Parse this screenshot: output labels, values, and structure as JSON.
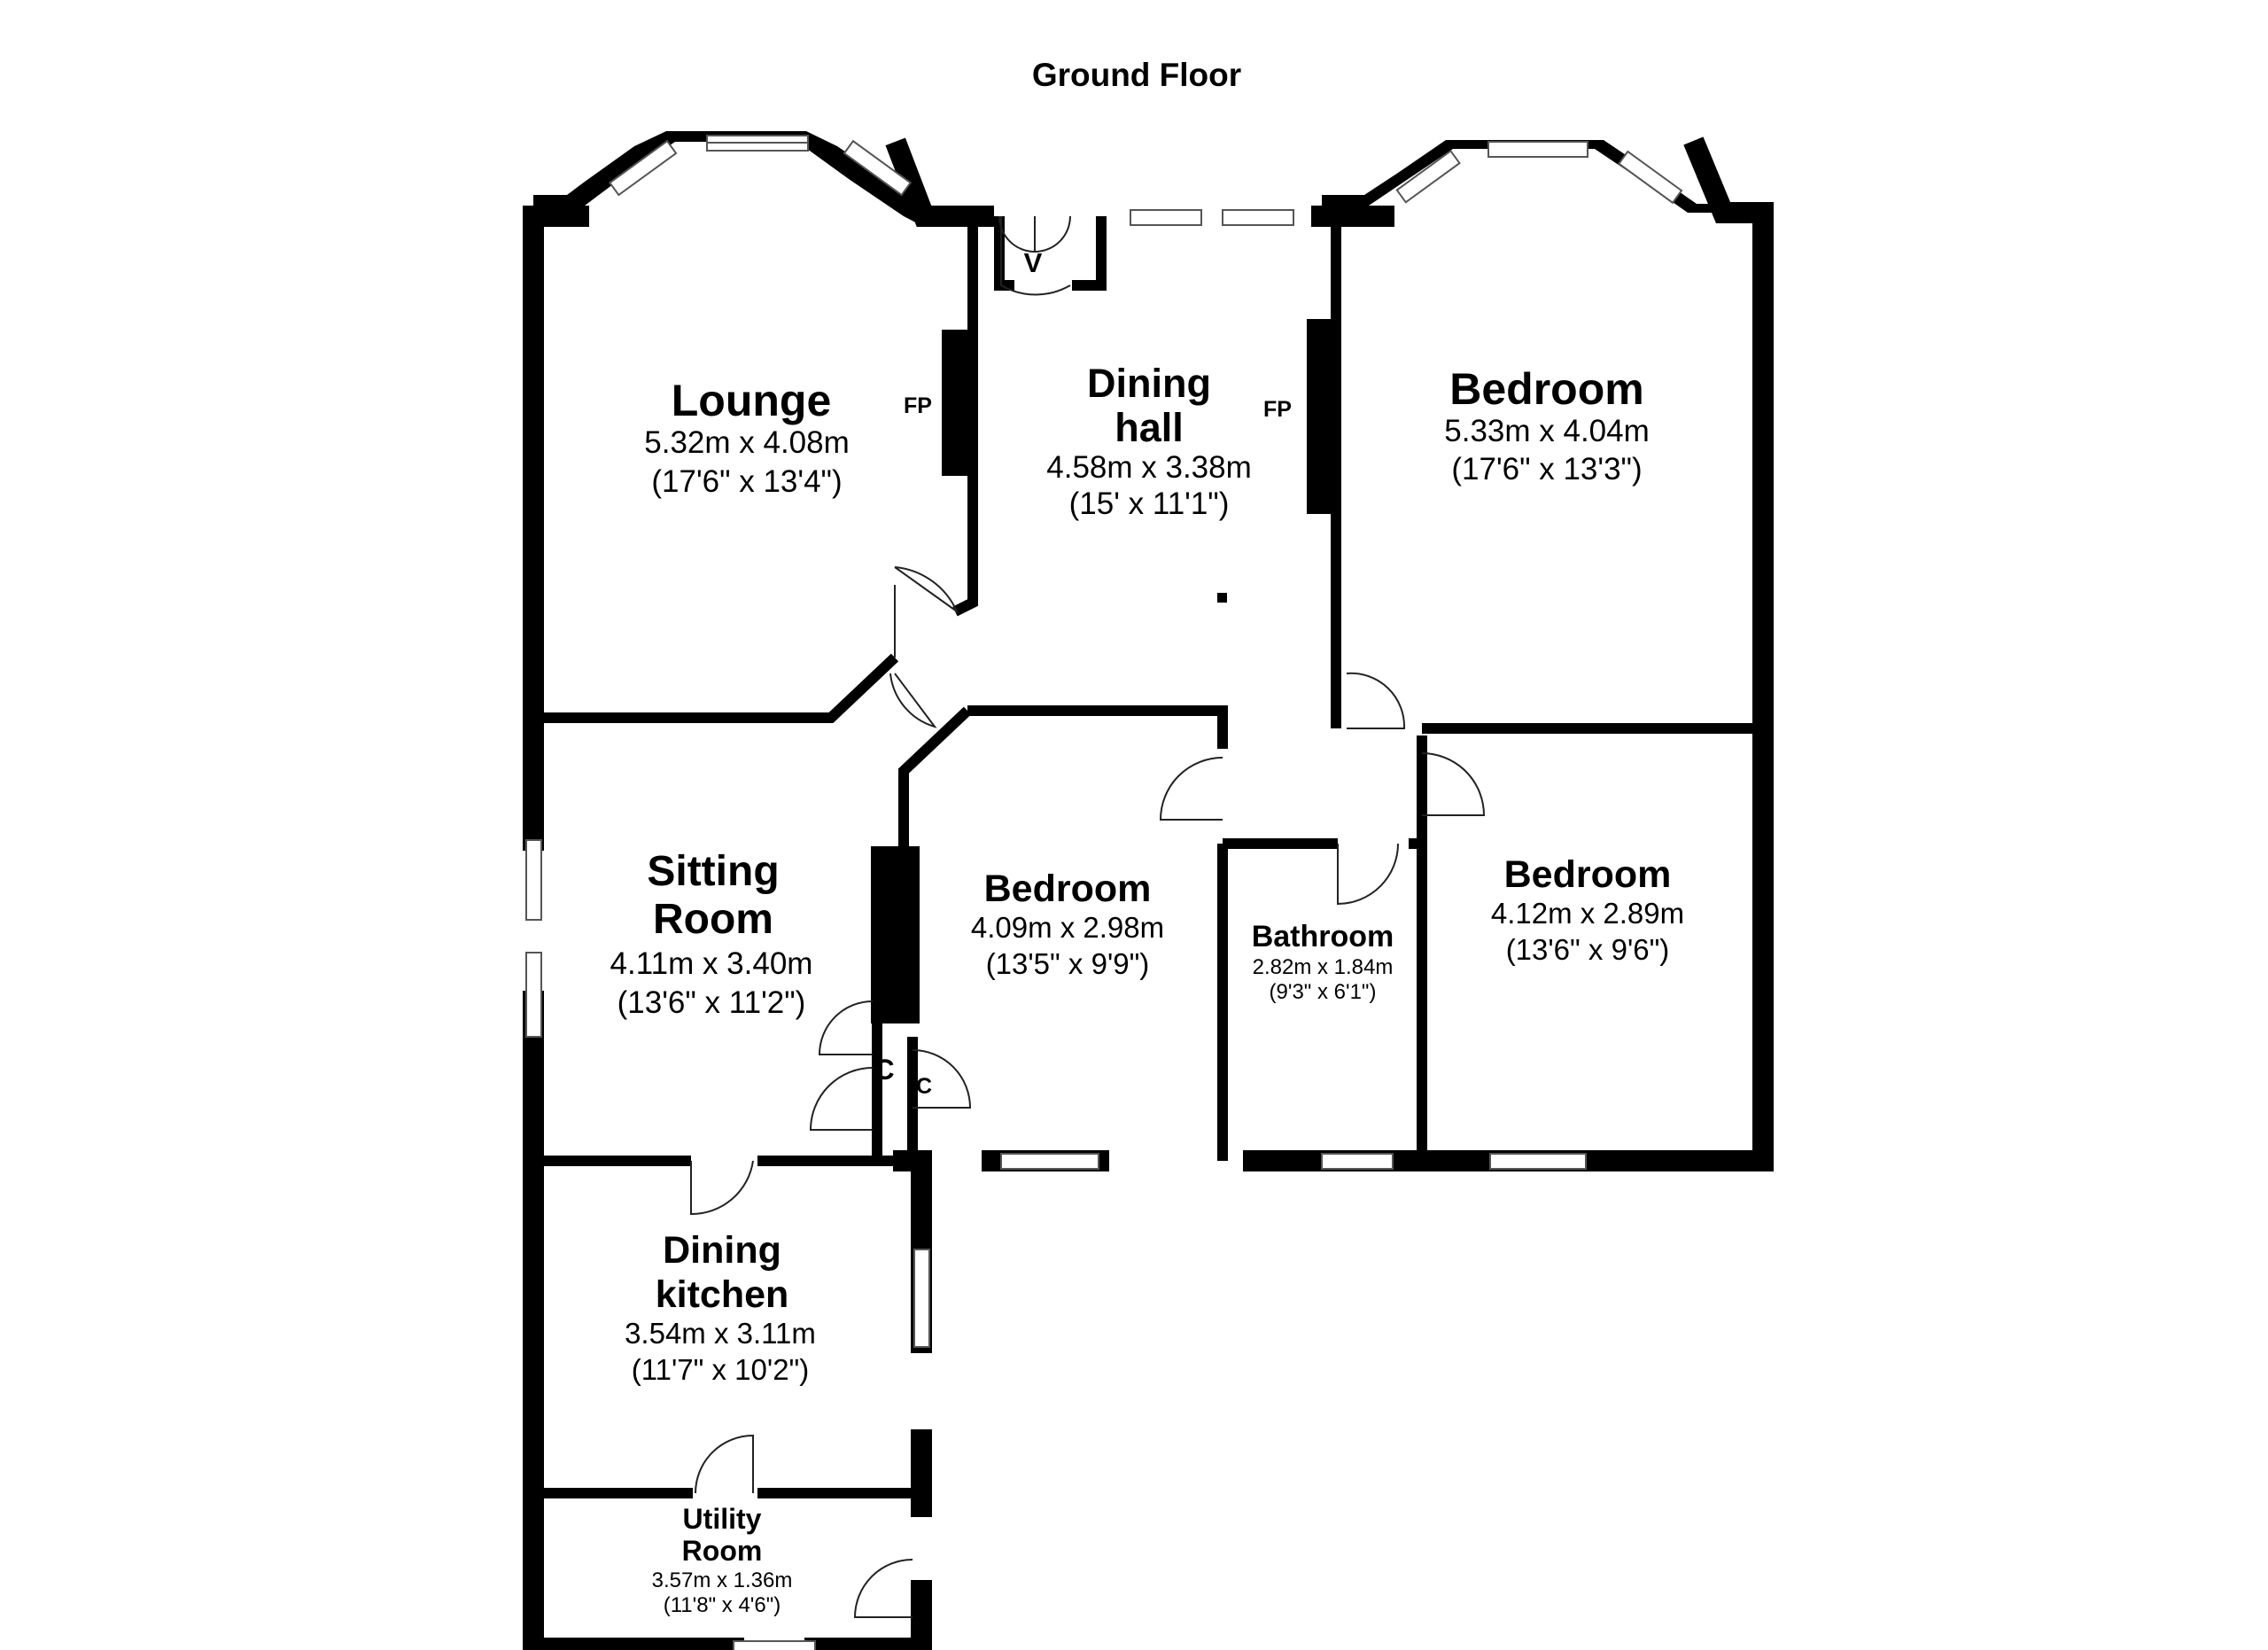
{
  "floor_title": "Ground Floor",
  "rooms": {
    "lounge": {
      "name": "Lounge",
      "metric": "5.32m x 4.08m",
      "imperial": "(17'6\" x 13'4\")"
    },
    "dining_hall": {
      "name_line1": "Dining",
      "name_line2": "hall",
      "metric": "4.58m x 3.38m",
      "imperial": "(15' x 11'1\")"
    },
    "bedroom_front": {
      "name": "Bedroom",
      "metric": "5.33m x 4.04m",
      "imperial": "(17'6\" x 13'3\")"
    },
    "sitting_room": {
      "name_line1": "Sitting",
      "name_line2": "Room",
      "metric": "4.11m x 3.40m",
      "imperial": "(13'6\" x 11'2\")"
    },
    "bedroom_middle": {
      "name": "Bedroom",
      "metric": "4.09m x 2.98m",
      "imperial": "(13'5\" x 9'9\")"
    },
    "bathroom": {
      "name": "Bathroom",
      "metric": "2.82m x 1.84m",
      "imperial": "(9'3\" x 6'1\")"
    },
    "bedroom_rear": {
      "name": "Bedroom",
      "metric": "4.12m x 2.89m",
      "imperial": "(13'6\" x 9'6\")"
    },
    "dining_kitchen": {
      "name_line1": "Dining",
      "name_line2": "kitchen",
      "metric": "3.54m x 3.11m",
      "imperial": "(11'7\" x 10'2\")"
    },
    "utility_room": {
      "name_line1": "Utility",
      "name_line2": "Room",
      "metric": "3.57m x 1.36m",
      "imperial": "(11'8\" x 4'6\")"
    }
  },
  "labels": {
    "fireplace_lounge": "FP",
    "fireplace_hall": "FP",
    "vestibule": "V",
    "cupboard_sitting": "C",
    "cupboard_bedroom": "C"
  },
  "colors": {
    "wall": "#000000",
    "window": "#cfcfcf",
    "background": "#ffffff"
  }
}
